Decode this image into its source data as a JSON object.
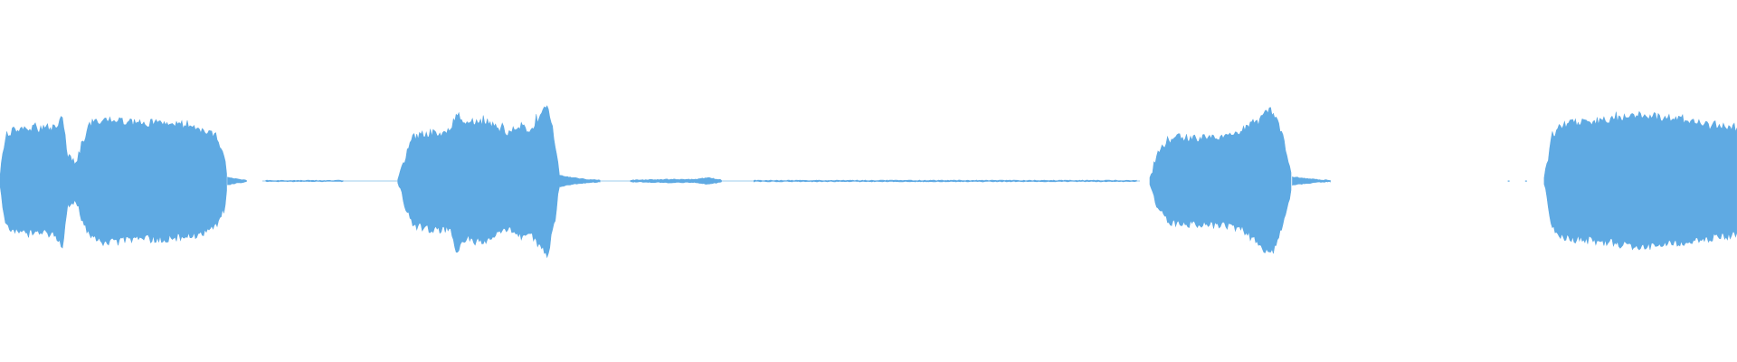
{
  "waveform": {
    "color": "#5faae3",
    "background": "#ffffff",
    "duration": 1.0,
    "amplitude_scale": [
      -1,
      1
    ],
    "segments": [
      {
        "name": "clip-1",
        "start": 0.0,
        "end": 0.131,
        "envelope": [
          [
            0.0,
            0.05
          ],
          [
            0.003,
            0.55
          ],
          [
            0.008,
            0.62
          ],
          [
            0.015,
            0.65
          ],
          [
            0.024,
            0.63
          ],
          [
            0.032,
            0.66
          ],
          [
            0.036,
            0.82
          ],
          [
            0.039,
            0.3
          ],
          [
            0.044,
            0.22
          ],
          [
            0.047,
            0.45
          ],
          [
            0.052,
            0.7
          ],
          [
            0.06,
            0.75
          ],
          [
            0.07,
            0.74
          ],
          [
            0.08,
            0.7
          ],
          [
            0.09,
            0.72
          ],
          [
            0.1,
            0.7
          ],
          [
            0.11,
            0.68
          ],
          [
            0.118,
            0.62
          ],
          [
            0.125,
            0.52
          ],
          [
            0.129,
            0.35
          ],
          [
            0.131,
            0.06
          ]
        ]
      },
      {
        "name": "tail-1",
        "start": 0.131,
        "end": 0.142,
        "envelope": [
          [
            0.131,
            0.05
          ],
          [
            0.136,
            0.025
          ],
          [
            0.142,
            0.01
          ]
        ]
      },
      {
        "name": "noise-1",
        "start": 0.153,
        "end": 0.198,
        "envelope": [
          [
            0.153,
            0.005
          ],
          [
            0.175,
            0.006
          ],
          [
            0.198,
            0.005
          ]
        ]
      },
      {
        "name": "clip-2",
        "start": 0.229,
        "end": 0.322,
        "envelope": [
          [
            0.229,
            0.02
          ],
          [
            0.233,
            0.28
          ],
          [
            0.238,
            0.55
          ],
          [
            0.245,
            0.58
          ],
          [
            0.252,
            0.6
          ],
          [
            0.259,
            0.6
          ],
          [
            0.263,
            0.86
          ],
          [
            0.268,
            0.7
          ],
          [
            0.274,
            0.74
          ],
          [
            0.28,
            0.72
          ],
          [
            0.287,
            0.65
          ],
          [
            0.293,
            0.6
          ],
          [
            0.3,
            0.68
          ],
          [
            0.305,
            0.62
          ],
          [
            0.31,
            0.78
          ],
          [
            0.315,
            0.92
          ],
          [
            0.319,
            0.55
          ],
          [
            0.322,
            0.08
          ]
        ]
      },
      {
        "name": "tail-2",
        "start": 0.322,
        "end": 0.346,
        "envelope": [
          [
            0.322,
            0.07
          ],
          [
            0.33,
            0.04
          ],
          [
            0.338,
            0.02
          ],
          [
            0.346,
            0.01
          ]
        ]
      },
      {
        "name": "noise-2",
        "start": 0.363,
        "end": 0.416,
        "envelope": [
          [
            0.363,
            0.01
          ],
          [
            0.385,
            0.02
          ],
          [
            0.4,
            0.018
          ],
          [
            0.408,
            0.04
          ],
          [
            0.416,
            0.01
          ]
        ]
      },
      {
        "name": "noise-3",
        "start": 0.434,
        "end": 0.655,
        "envelope": [
          [
            0.434,
            0.006
          ],
          [
            0.54,
            0.007
          ],
          [
            0.655,
            0.006
          ]
        ]
      },
      {
        "name": "clip-3",
        "start": 0.662,
        "end": 0.744,
        "envelope": [
          [
            0.662,
            0.04
          ],
          [
            0.666,
            0.3
          ],
          [
            0.672,
            0.5
          ],
          [
            0.68,
            0.54
          ],
          [
            0.69,
            0.52
          ],
          [
            0.7,
            0.55
          ],
          [
            0.708,
            0.54
          ],
          [
            0.715,
            0.6
          ],
          [
            0.722,
            0.72
          ],
          [
            0.728,
            0.88
          ],
          [
            0.733,
            0.85
          ],
          [
            0.738,
            0.6
          ],
          [
            0.742,
            0.25
          ],
          [
            0.744,
            0.06
          ]
        ]
      },
      {
        "name": "tail-3",
        "start": 0.744,
        "end": 0.766,
        "envelope": [
          [
            0.744,
            0.05
          ],
          [
            0.752,
            0.03
          ],
          [
            0.76,
            0.015
          ],
          [
            0.766,
            0.008
          ]
        ]
      },
      {
        "name": "clip-4",
        "start": 0.889,
        "end": 1.0,
        "envelope": [
          [
            0.889,
            0.04
          ],
          [
            0.893,
            0.55
          ],
          [
            0.9,
            0.7
          ],
          [
            0.91,
            0.72
          ],
          [
            0.92,
            0.74
          ],
          [
            0.93,
            0.76
          ],
          [
            0.94,
            0.82
          ],
          [
            0.95,
            0.8
          ],
          [
            0.958,
            0.78
          ],
          [
            0.966,
            0.76
          ],
          [
            0.975,
            0.72
          ],
          [
            0.985,
            0.7
          ],
          [
            0.993,
            0.68
          ],
          [
            1.0,
            0.66
          ]
        ]
      }
    ],
    "specks": [
      0.627,
      0.63,
      0.649,
      0.868,
      0.878
    ]
  }
}
